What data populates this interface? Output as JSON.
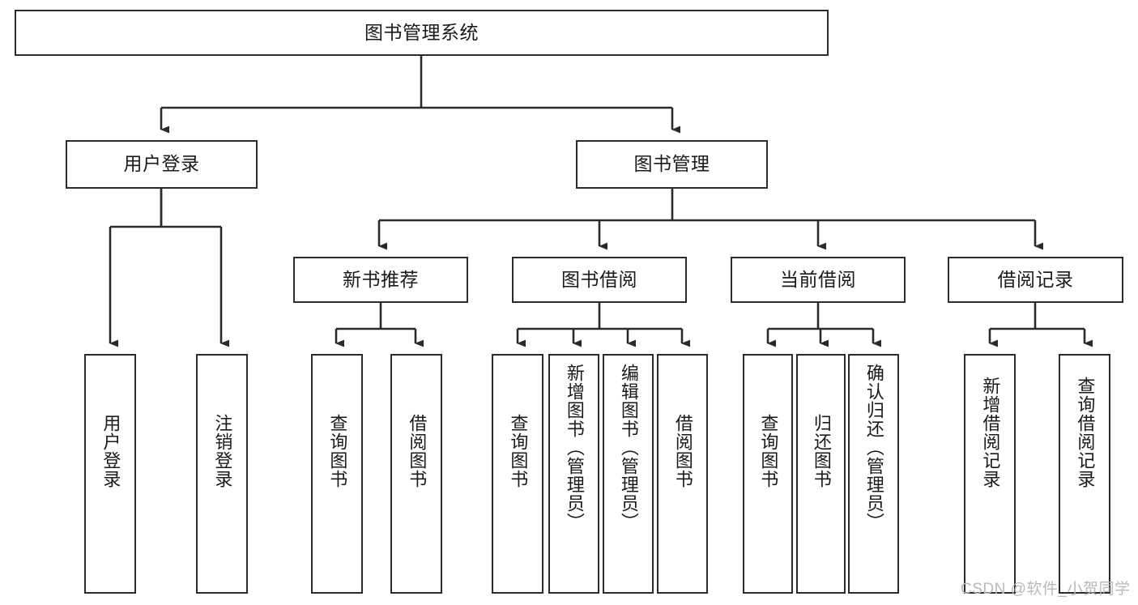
{
  "diagram": {
    "title": "图书管理系统",
    "type": "hierarchy-tree",
    "orientation": "top-down",
    "colors": {
      "box_border": "#2b2b2b",
      "box_fill": "#ffffff",
      "connector": "#2b2b2b",
      "text": "#1a1a1a",
      "watermark": "#b9b9b9"
    },
    "levels": {
      "root": [
        "图书管理系统"
      ],
      "level2": [
        "用户登录",
        "图书管理"
      ],
      "level3": [
        "新书推荐",
        "图书借阅",
        "当前借阅",
        "借阅记录"
      ],
      "leaves": [
        "用户登录",
        "注销登录",
        "查询图书",
        "借阅图书",
        "查询图书",
        "新增图书（管理员）",
        "编辑图书（管理员）",
        "借阅图书",
        "查询图书",
        "归还图书",
        "确认归还（管理员）",
        "新增借阅记录",
        "查询借阅记录"
      ]
    },
    "nodes": {
      "root": {
        "label": "图书管理系统"
      },
      "user_login": {
        "label": "用户登录"
      },
      "book_manage": {
        "label": "图书管理"
      },
      "new_book_rec": {
        "label": "新书推荐"
      },
      "book_borrow": {
        "label": "图书借阅"
      },
      "current_borrow": {
        "label": "当前借阅"
      },
      "borrow_record": {
        "label": "借阅记录"
      },
      "leaf_user_login": {
        "label": "用户登录"
      },
      "leaf_logout": {
        "label": "注销登录"
      },
      "leaf_query_book_a": {
        "label": "查询图书"
      },
      "leaf_borrow_book_a": {
        "label": "借阅图书"
      },
      "leaf_query_book_b": {
        "label": "查询图书"
      },
      "leaf_add_book_admin": {
        "label": "新增图书（管理员）"
      },
      "leaf_edit_book_admin": {
        "label": "编辑图书（管理员）"
      },
      "leaf_borrow_book_b": {
        "label": "借阅图书"
      },
      "leaf_query_book_c": {
        "label": "查询图书"
      },
      "leaf_return_book": {
        "label": "归还图书"
      },
      "leaf_confirm_return_admin": {
        "label": "确认归还（管理员）"
      },
      "leaf_add_borrow_record": {
        "label": "新增借阅记录"
      },
      "leaf_query_borrow_record": {
        "label": "查询借阅记录"
      }
    }
  },
  "watermark": {
    "text": "CSDN @软件_小贺同学"
  }
}
